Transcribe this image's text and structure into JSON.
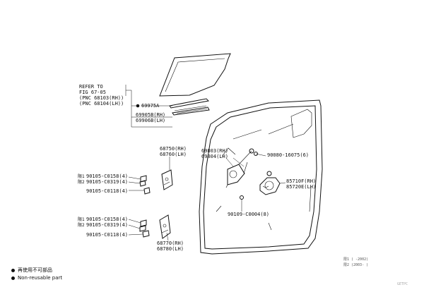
{
  "refer": {
    "line1": "REFER TO",
    "line2": "FIG 67-05",
    "line3": "(PNC 68103(RH))",
    "line4": "(PNC 68104(LH))"
  },
  "parts": {
    "p69975A": "69975A",
    "p69905B": "69905B(RH)",
    "p69906B": "69906B(LH)",
    "p68750": "68750(RH)",
    "p68760": "68760(LH)",
    "p69803": "69803(RH)",
    "p69804": "69804(LH)",
    "p90080": "90080-16075(6)",
    "p85710F": "85710F(RH)",
    "p85720E": "85720E(LH)",
    "p90109": "90109-C0004(8)",
    "p68770": "68770(RH)",
    "p68780": "68780(LH)",
    "upper_bolt_a": "90105-C0158(4)",
    "upper_bolt_b": "90105-C0319(4)",
    "upper_bolt_c": "90105-C0118(4)",
    "lower_bolt_a": "90105-C0158(4)",
    "lower_bolt_b": "90105-C0319(4)",
    "lower_bolt_c": "90105-C0118(4)"
  },
  "prefixes": {
    "upper_a": "限1",
    "upper_b": "限2",
    "lower_a": "限1",
    "lower_b": "限2"
  },
  "legend": {
    "item1": "再使用不可部品",
    "item2": "Non-reusable part"
  },
  "footnotes": {
    "line1": "限1 (    -2002)",
    "line2": "限2 (2003-    )"
  },
  "watermark": "GETPC"
}
